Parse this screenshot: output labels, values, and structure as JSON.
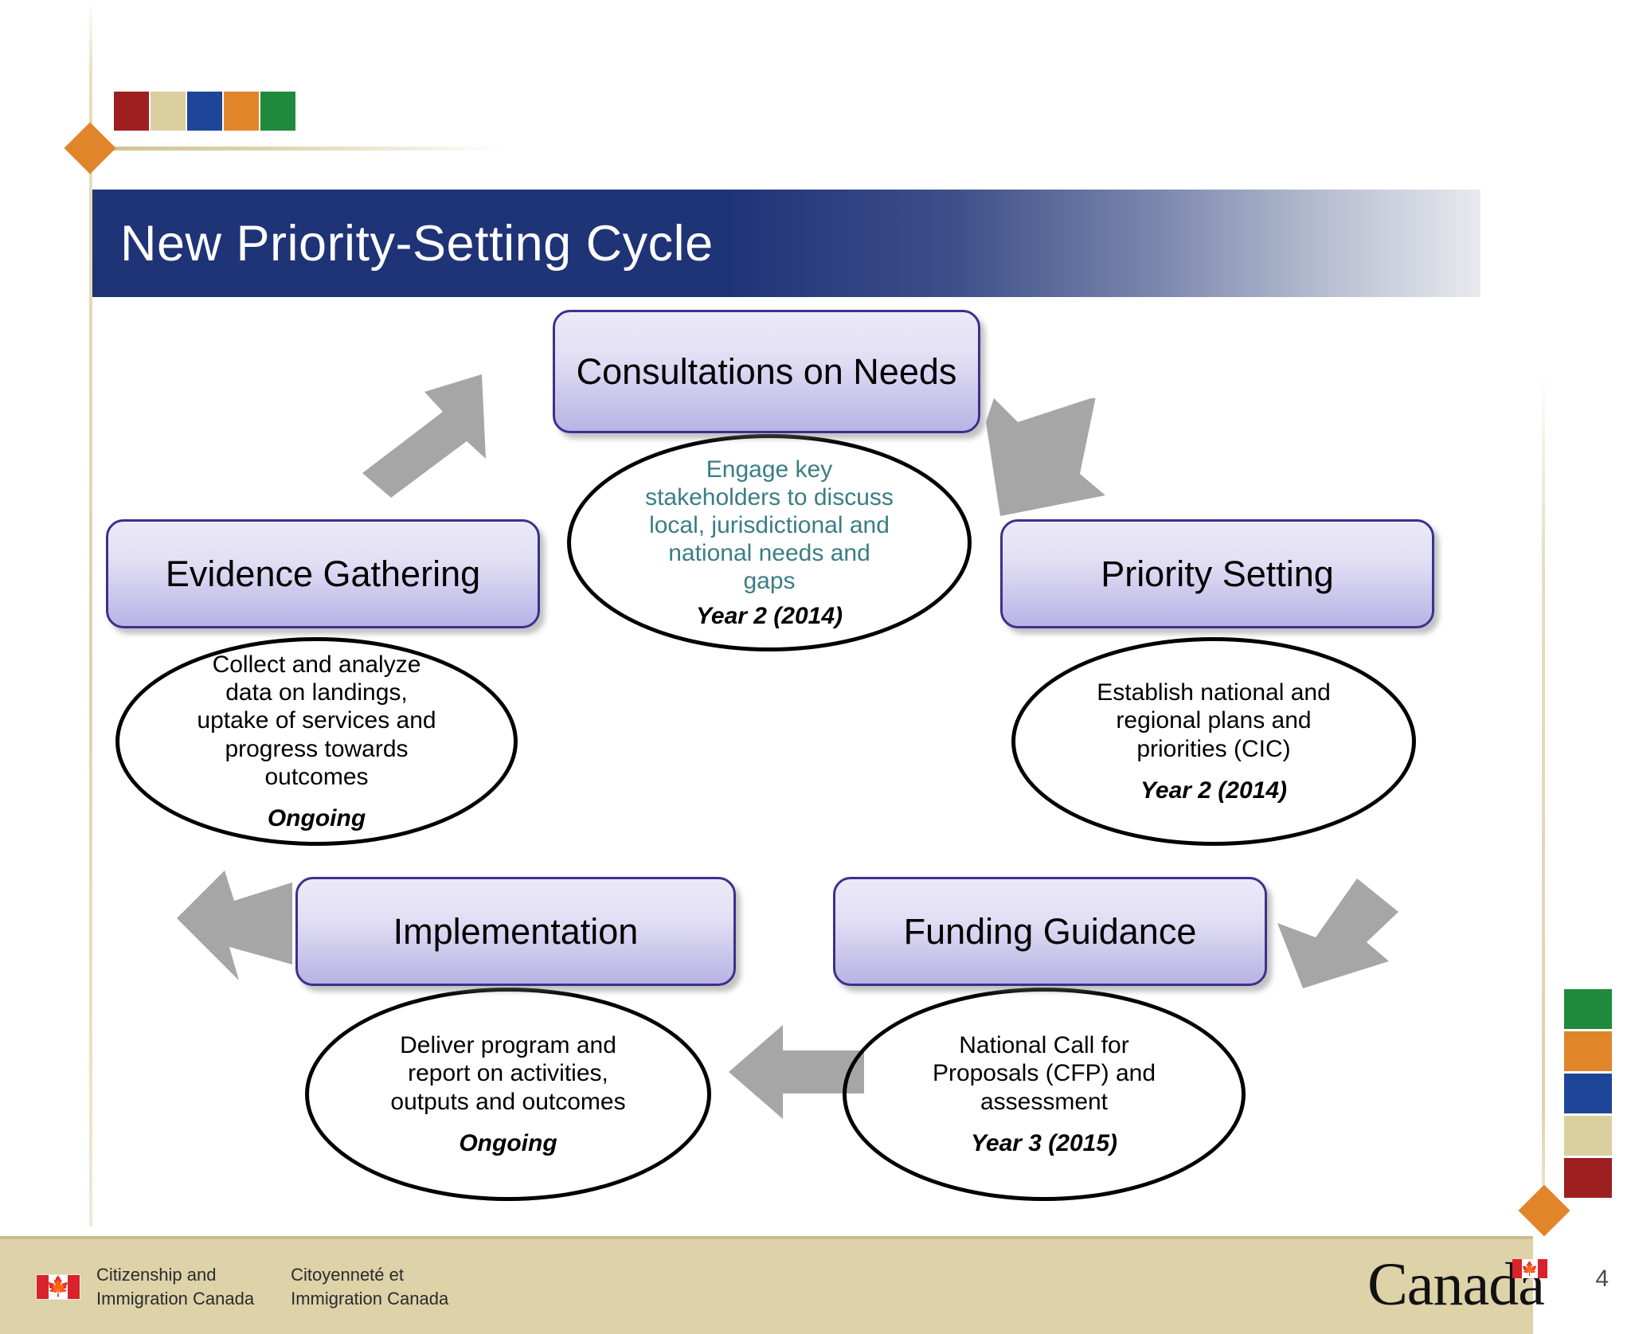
{
  "slide": {
    "title": "New Priority-Setting Cycle",
    "page_number": "4"
  },
  "palette": {
    "title_bar_dark": "#1f3377",
    "title_bar_light": "#e9eaee",
    "box_border": "#3b318c",
    "box_fill_light": "#eceaf8",
    "box_fill_dark": "#b9b3e4",
    "teal_text": "#3a7d85",
    "arrow_grey": "#a6a6a6",
    "footer_tan": "#ddd2a8",
    "diamond_orange": "#e1852a"
  },
  "chips_top": [
    {
      "name": "chip-dark-red",
      "color": "#9e1f20"
    },
    {
      "name": "chip-tan",
      "color": "#d9cf9f"
    },
    {
      "name": "chip-blue",
      "color": "#1d4699"
    },
    {
      "name": "chip-orange",
      "color": "#e1852a"
    },
    {
      "name": "chip-green",
      "color": "#1f8a3c"
    }
  ],
  "chips_right": [
    {
      "name": "chip-green",
      "color": "#1f8a3c"
    },
    {
      "name": "chip-orange",
      "color": "#e1852a"
    },
    {
      "name": "chip-blue",
      "color": "#1d4699"
    },
    {
      "name": "chip-tan",
      "color": "#d9cf9f"
    },
    {
      "name": "chip-dark-red",
      "color": "#9e1f20"
    }
  ],
  "cycle": {
    "consultations": {
      "box_label": "Consultations on Needs",
      "detail": "Engage key\nstakeholders to discuss\nlocal, jurisdictional and\nnational needs and\ngaps",
      "timing": "Year 2 (2014)"
    },
    "evidence": {
      "box_label": "Evidence Gathering",
      "detail": "Collect and analyze\ndata on landings,\nuptake of services and\nprogress towards\noutcomes",
      "timing": "Ongoing"
    },
    "priority": {
      "box_label": "Priority Setting",
      "detail": "Establish national and\nregional plans and\npriorities (CIC)",
      "timing": "Year 2 (2014)"
    },
    "implementation": {
      "box_label": "Implementation",
      "detail": "Deliver program and\nreport on activities,\noutputs and outcomes",
      "timing": "Ongoing"
    },
    "funding": {
      "box_label": "Funding Guidance",
      "detail": "National Call for\nProposals (CFP) and\nassessment",
      "timing": "Year 3 (2015)"
    }
  },
  "footer": {
    "department_en": "Citizenship and\nImmigration Canada",
    "department_fr": "Citoyenneté et\nImmigration Canada",
    "canada_wordmark": "Canada"
  }
}
